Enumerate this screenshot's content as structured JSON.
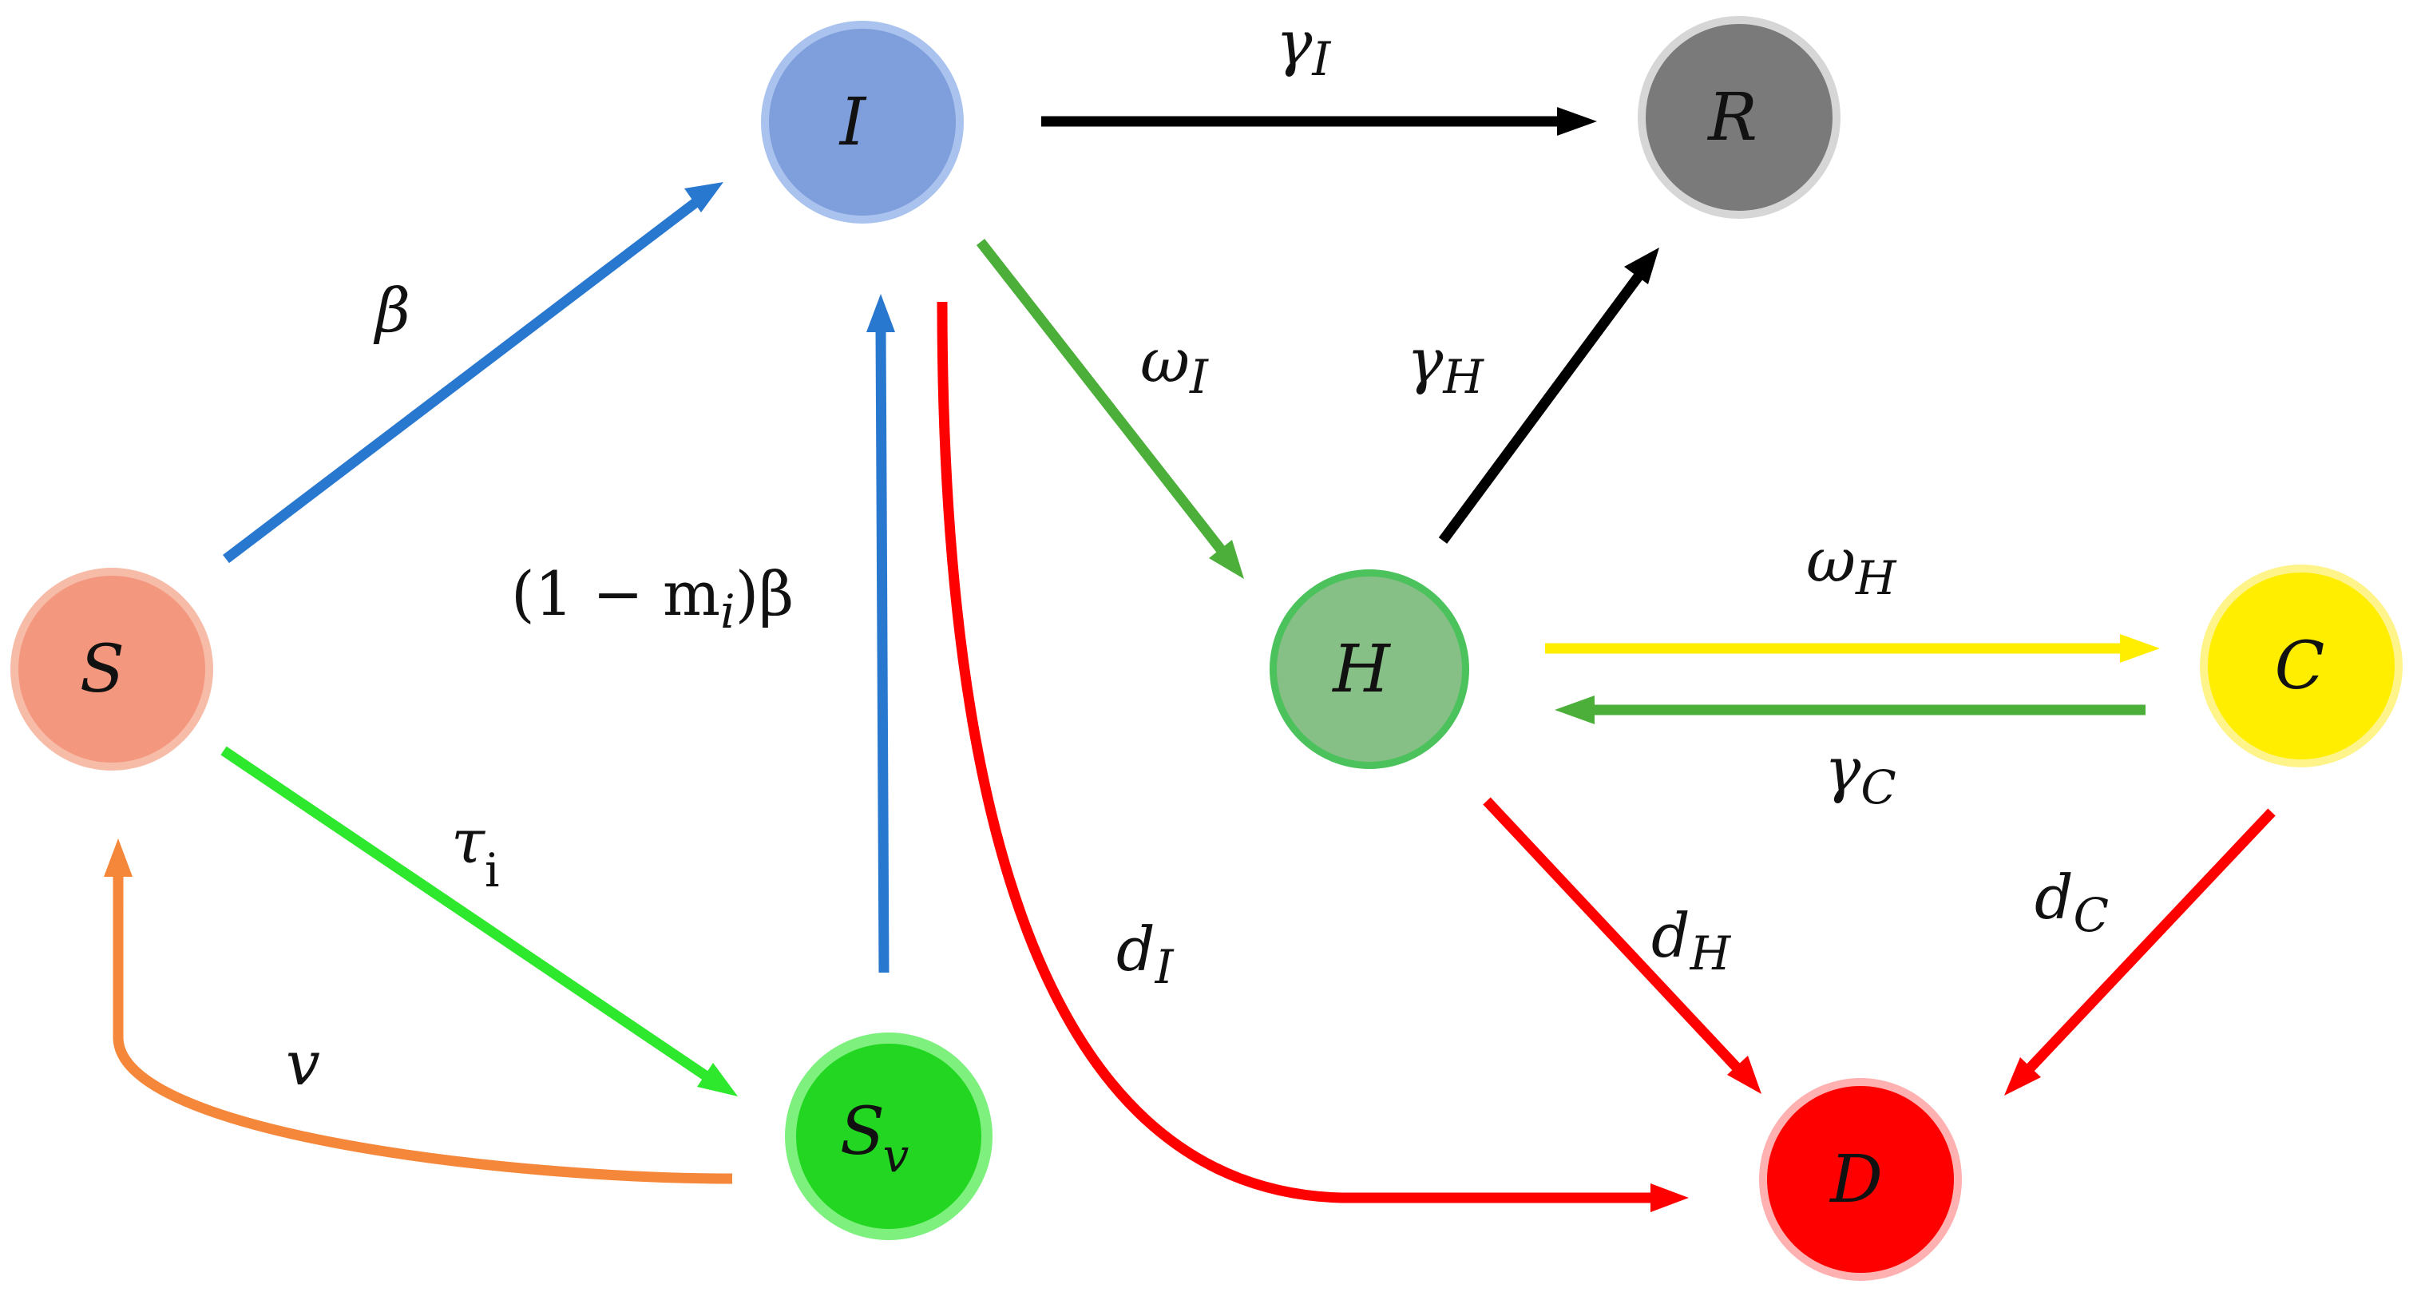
{
  "diagram": {
    "nodes": {
      "S": {
        "label": "S",
        "fill": "#f4977f",
        "ring": "#f7bca8"
      },
      "I": {
        "label": "I",
        "fill": "#7f9fdc",
        "ring": "#a9c2ee"
      },
      "R": {
        "label": "R",
        "fill": "#7a7a7a",
        "ring": "#d6d6d6"
      },
      "Sv": {
        "label": "S",
        "sub": "v",
        "fill": "#22d622",
        "ring": "#7df07d"
      },
      "H": {
        "label": "H",
        "fill": "#86c086",
        "ring": "#4cc25c"
      },
      "C": {
        "label": "C",
        "fill": "#ffee00",
        "ring": "#fff48a"
      },
      "D": {
        "label": "D",
        "fill": "#ff0000",
        "ring": "#ffb0b0"
      }
    },
    "rates": {
      "beta": {
        "main": "β"
      },
      "gamma_I": {
        "main": "γ",
        "sub": "I"
      },
      "omega_I": {
        "main": "ω",
        "sub": "I"
      },
      "gamma_H": {
        "main": "γ",
        "sub": "H"
      },
      "vaccine_infection": {
        "prefix": "(1 − m",
        "sub": "i",
        "suffix": ")β"
      },
      "tau": {
        "main": "τ",
        "sub": "i"
      },
      "nu": {
        "main": "v"
      },
      "d_I": {
        "main": "d",
        "sub": "I"
      },
      "omega_H": {
        "main": "ω",
        "sub": "H"
      },
      "gamma_C": {
        "main": "γ",
        "sub": "C"
      },
      "d_H": {
        "main": "d",
        "sub": "H"
      },
      "d_C": {
        "main": "d",
        "sub": "C"
      }
    },
    "colors": {
      "infection": "#2878d0",
      "recovery": "#000000",
      "hospital": "#4caf3a",
      "vaccination": "#2ee82e",
      "waning": "#f5873a",
      "death": "#ff0000",
      "icu": "#ffee00"
    }
  }
}
